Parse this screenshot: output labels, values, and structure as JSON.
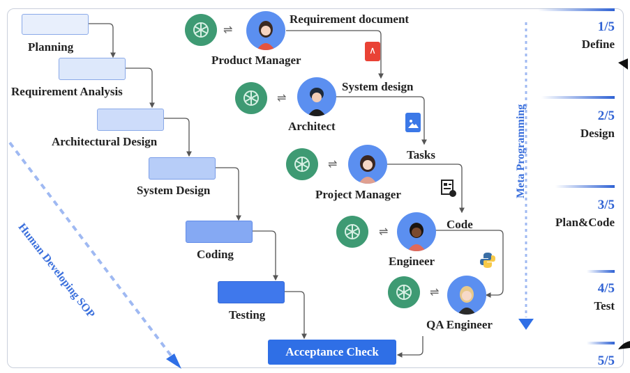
{
  "waterfall": {
    "title": "Human Developing SOP",
    "steps": [
      {
        "label": "Planning",
        "color": "#e8effc"
      },
      {
        "label": "Requirement Analysis",
        "color": "#dde8fb"
      },
      {
        "label": "Architectural Design",
        "color": "#cddcfa"
      },
      {
        "label": "System Design",
        "color": "#b7cdf8"
      },
      {
        "label": "Coding",
        "color": "#85a9f3"
      },
      {
        "label": "Testing",
        "color": "#3f78ec"
      }
    ],
    "final_step": "Acceptance Check"
  },
  "roles": {
    "title": "Meta Programming",
    "agents": [
      {
        "name": "Product Manager",
        "output": "Requirement document",
        "artifact_icon": "pdf-icon"
      },
      {
        "name": "Architect",
        "output": "System design",
        "artifact_icon": "image-file-icon"
      },
      {
        "name": "Project Manager",
        "output": "Tasks",
        "artifact_icon": "task-list-icon"
      },
      {
        "name": "Engineer",
        "output": "Code",
        "artifact_icon": "python-icon"
      },
      {
        "name": "QA Engineer",
        "output": "",
        "artifact_icon": ""
      }
    ],
    "swap_symbol": "⇌"
  },
  "stages": [
    {
      "num": "1/5",
      "name": "Define"
    },
    {
      "num": "2/5",
      "name": "Design"
    },
    {
      "num": "3/5",
      "name": "Plan&Code"
    },
    {
      "num": "4/5",
      "name": "Test"
    },
    {
      "num": "5/5",
      "name": ""
    }
  ],
  "colors": {
    "accent": "#2f62d4",
    "gpt_green": "#3e9a73",
    "avatar_blue": "#5b8ff0"
  }
}
